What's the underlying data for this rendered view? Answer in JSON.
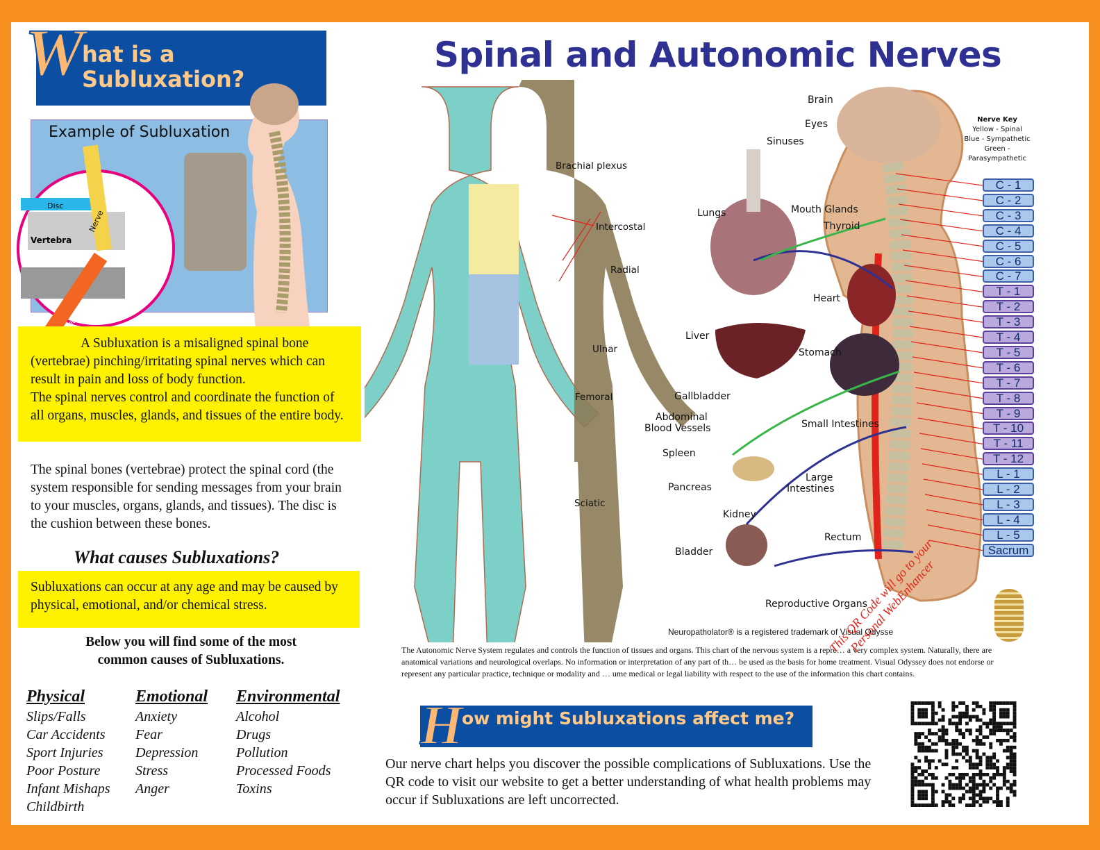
{
  "left": {
    "header_letter": "W",
    "header_rest1": "hat is a",
    "header_rest2": "Subluxation?",
    "example_title": "Example of Subluxation",
    "diagram_labels": {
      "disc": "Disc",
      "vertebra": "Vertebra",
      "nerve": "Nerve",
      "irritated": "Irritated Nerve"
    },
    "para1": "A Subluxation is a misaligned spinal bone (vertebrae) pinching/irritating spinal nerves which can result in pain and loss of body function.",
    "para2": "The spinal nerves control and coordinate the function of all organs, muscles, glands, and tissues of the entire body.",
    "para3": "The spinal bones (vertebrae) protect the spinal cord (the system responsible for sending messages from your brain to your muscles, organs, glands, and tissues). The disc is the cushion between these bones.",
    "causes_heading": "What causes Subluxations?",
    "causes_text": "Subluxations can occur at any age and may be caused by physical, emotional, and/or chemical stress.",
    "below_text": "Below you will find some of the most common causes of Subluxations.",
    "columns": [
      {
        "title": "Physical",
        "items": [
          "Slips/Falls",
          "Car Accidents",
          "Sport Injuries",
          "Poor Posture",
          "Infant Mishaps",
          "Childbirth"
        ]
      },
      {
        "title": "Emotional",
        "items": [
          "Anxiety",
          "Fear",
          "Depression",
          "Stress",
          "Anger"
        ]
      },
      {
        "title": "Environmental",
        "items": [
          "Alcohol",
          "Drugs",
          "Pollution",
          "Processed Foods",
          "Toxins"
        ]
      }
    ]
  },
  "chart": {
    "title": "Spinal and Autonomic Nerves",
    "body_labels": [
      "Brachial plexus",
      "Intercostal",
      "Radial",
      "Ulnar",
      "Femoral",
      "Sciatic"
    ],
    "organ_labels": [
      "Brain",
      "Eyes",
      "Sinuses",
      "Lungs",
      "Mouth Glands",
      "Thyroid",
      "Heart",
      "Liver",
      "Stomach",
      "Gallbladder",
      "Abdominal",
      "Blood Vessels",
      "Small Intestines",
      "Spleen",
      "Pancreas",
      "Large",
      "Intestines",
      "Kidney",
      "Rectum",
      "Bladder",
      "Reproductive Organs"
    ],
    "nerve_key": {
      "title": "Nerve Key",
      "items": [
        "Yellow - Spinal",
        "Blue - Sympathetic",
        "Green - Parasympathetic"
      ]
    },
    "vertebrae": [
      "C - 1",
      "C - 2",
      "C - 3",
      "C - 4",
      "C - 5",
      "C - 6",
      "C - 7",
      "T - 1",
      "T - 2",
      "T - 3",
      "T - 4",
      "T - 5",
      "T - 6",
      "T - 7",
      "T - 8",
      "T - 9",
      "T - 10",
      "T - 11",
      "T - 12",
      "L - 1",
      "L - 2",
      "L - 3",
      "L - 4",
      "L - 5",
      "Sacrum"
    ],
    "trademark": "Neuropatholator® is a registered trademark of Visual Odysse",
    "disclaimer": "The Autonomic Nerve System regulates and controls the function of tissues and organs. This chart of the nervous system is a repre… a very complex system. Naturally, there are anatomical variations and neurological overlaps. No information or interpretation of any part of th… be used as the basis for home treatment. Visual Odyssey does not endorse or represent any particular practice, technique or modality and … ume medical or legal liability with respect to the use of the information this chart contains."
  },
  "bottom": {
    "header_letter": "H",
    "header_rest": "ow might Subluxations affect me?",
    "text": "Our nerve chart helps you discover the possible complications of Subluxations. Use the QR code to visit our website to get a better understanding of what health problems may occur if Subluxations are left uncorrected.",
    "qr_note": "This QR Code will go to your Personal WebEnhancer"
  },
  "colors": {
    "orange": "#f7901e",
    "blue": "#0b4ea2",
    "title": "#2e3192",
    "yellow": "#fff200"
  }
}
